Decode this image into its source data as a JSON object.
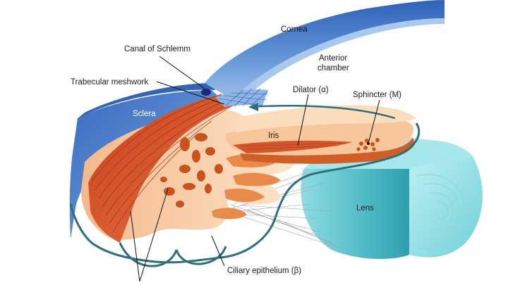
{
  "labels": {
    "cornea": "Cornea",
    "canal_of_schlemm": "Canal of Schlemm",
    "anterior_chamber_line1": "Anterior",
    "anterior_chamber_line2": "chamber",
    "trabecular_meshwork": "Trabecular meshwork",
    "dilator": "Dilator (α)",
    "sphincter": "Sphincter (M)",
    "sclera": "Sclera",
    "iris": "Iris",
    "lens": "Lens",
    "ciliary_epithelium": "Ciliary epithelium (β)"
  },
  "colors": {
    "cornea": "#4a7ec8",
    "sclera": "#4a7ec8",
    "ciliary_muscle": "#d9532b",
    "iris_stroma": "#f6c9a0",
    "pigment_blobs": "#c8531e",
    "lens": "#56c2cc",
    "epithelium_line": "#2f6f7a",
    "canal": "#1a2a6e"
  }
}
